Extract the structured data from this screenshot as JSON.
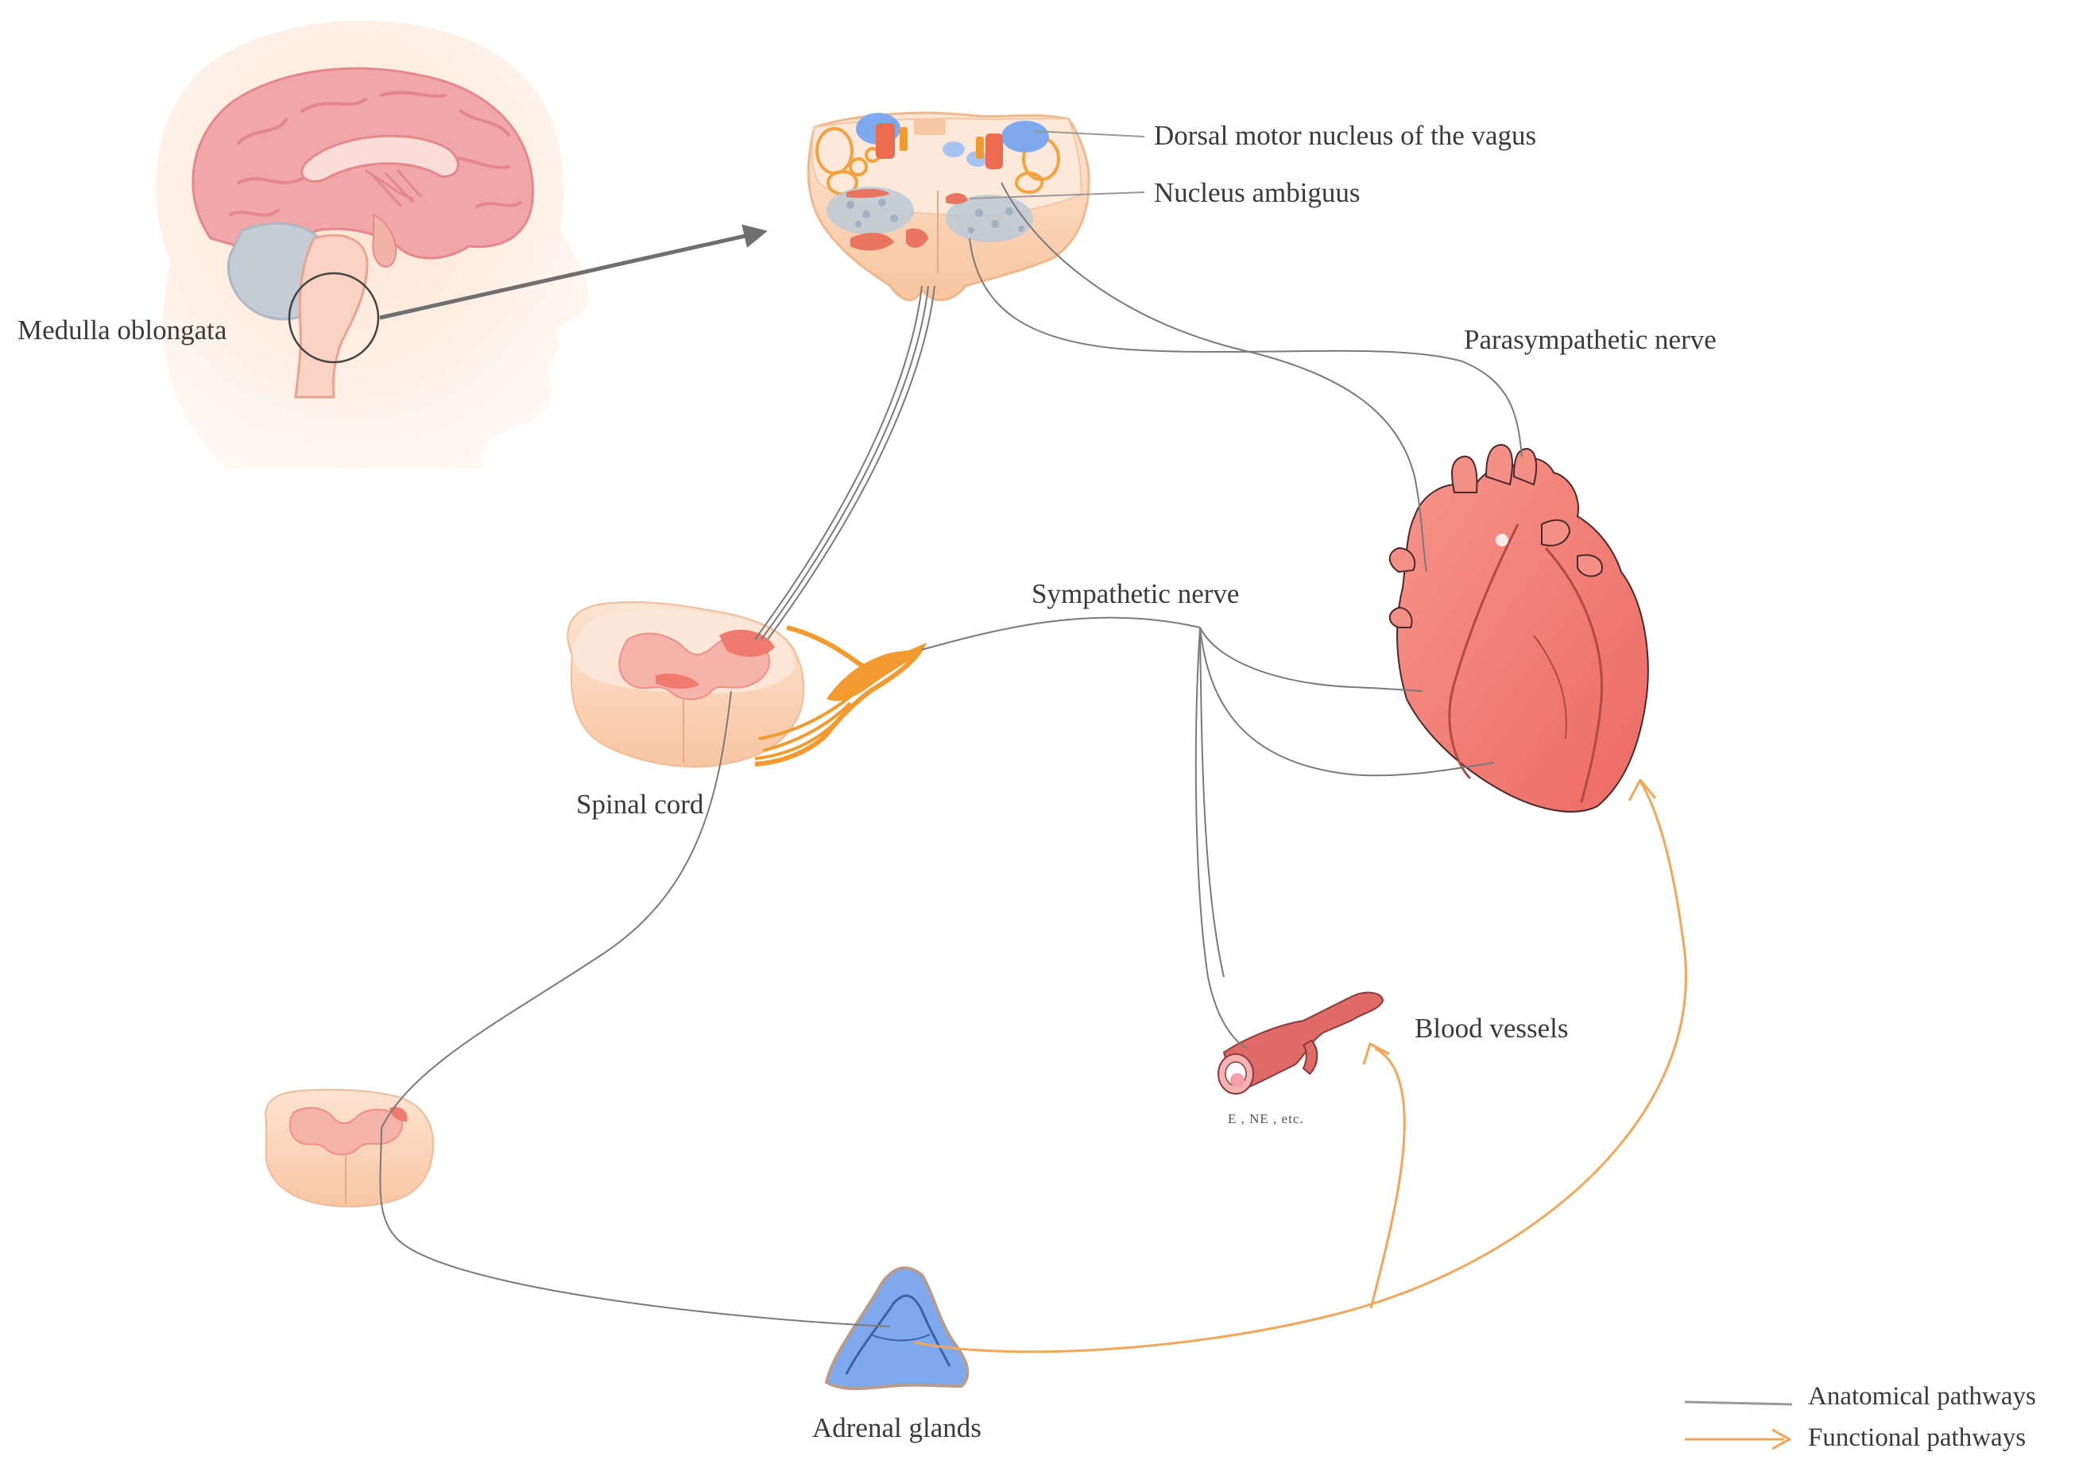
{
  "labels": {
    "medulla": "Medulla oblongata",
    "dorsal_motor": "Dorsal motor nucleus of the vagus",
    "nucleus_ambiguus": "Nucleus ambiguus",
    "parasympathetic": "Parasympathetic nerve",
    "sympathetic": "Sympathetic nerve",
    "spinal_cord": "Spinal cord",
    "blood_vessels": "Blood vessels",
    "hormones": "E , NE , etc.",
    "adrenal": "Adrenal glands"
  },
  "legend": {
    "anatomical": "Anatomical pathways",
    "functional": "Functional pathways"
  },
  "colors": {
    "anatomical_line": "#7a7a7a",
    "functional_line": "#f2a65a",
    "tissue": "#fbd9c2",
    "tissue_dark": "#f6b58f",
    "grey_matter": "#f4a2a0",
    "heart": "#f07c74",
    "adrenal": "#7fa8ec",
    "brain": "#f1a6a8",
    "cerebellum": "#c4ccd6",
    "head_skin": "#fde6d6"
  }
}
